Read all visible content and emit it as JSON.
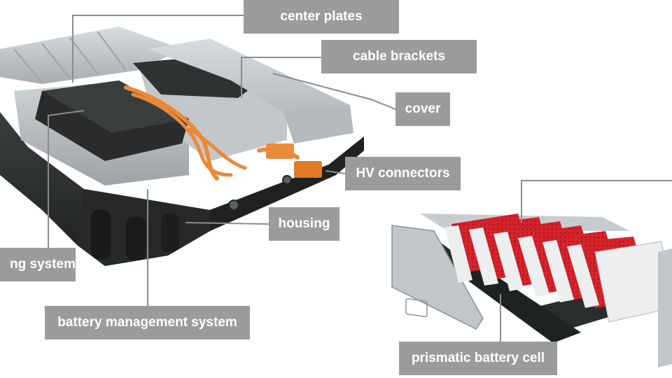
{
  "labels": {
    "center_plates": "center plates",
    "cable_brackets": "cable brackets",
    "cover": "cover",
    "hv_connectors": "HV connectors",
    "housing": "housing",
    "cooling_system": "ng system",
    "battery_management_system": "battery management system",
    "prismatic_battery_cell": "prismatic battery cell"
  },
  "colors": {
    "callout_bg": "#9b9b9b",
    "callout_text": "#ffffff",
    "leader_line": "#8c8c8c",
    "housing": "#2c2f2e",
    "module": "#b9bcbe",
    "cable": "#e98a3b",
    "cell_red": "#d4232b",
    "cell_white": "#eceeef"
  }
}
